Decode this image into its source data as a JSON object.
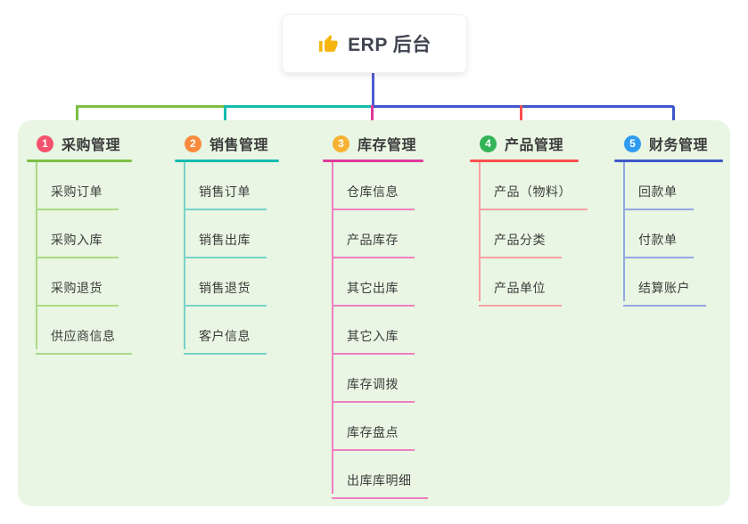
{
  "root": {
    "label": "ERP 后台",
    "icon": "thumbs-up-icon",
    "icon_color": "#f6b40e"
  },
  "colors": {
    "background": "#ffffff",
    "panel_bg": "#e8f6e3",
    "stem": "#4f5bd0",
    "trunk_left": "#7dbf45",
    "trunk_mid": "#13bcae",
    "trunk_right": "#4156cb"
  },
  "branches": [
    {
      "index": "1",
      "label": "采购管理",
      "badge_color": "#f4516c",
      "line_color": "#7dbf45",
      "child_line_color": "#abd985",
      "children": [
        "采购订单",
        "采购入库",
        "采购退货",
        "供应商信息"
      ]
    },
    {
      "index": "2",
      "label": "销售管理",
      "badge_color": "#f98a3d",
      "line_color": "#13bcae",
      "child_line_color": "#77d3c9",
      "children": [
        "销售订单",
        "销售出库",
        "销售退货",
        "客户信息"
      ]
    },
    {
      "index": "3",
      "label": "库存管理",
      "badge_color": "#f7b234",
      "line_color": "#e0399c",
      "child_line_color": "#ef7fc0",
      "children": [
        "仓库信息",
        "产品库存",
        "其它出库",
        "其它入库",
        "库存调拨",
        "库存盘点",
        "出库库明细"
      ]
    },
    {
      "index": "4",
      "label": "产品管理",
      "badge_color": "#33b457",
      "line_color": "#f94f4f",
      "child_line_color": "#f9a0a0",
      "children": [
        "产品（物料）",
        "产品分类",
        "产品单位"
      ]
    },
    {
      "index": "5",
      "label": "财务管理",
      "badge_color": "#2f9bf0",
      "line_color": "#3e57c8",
      "child_line_color": "#93a7e3",
      "children": [
        "回款单",
        "付款单",
        "结算账户"
      ]
    }
  ]
}
